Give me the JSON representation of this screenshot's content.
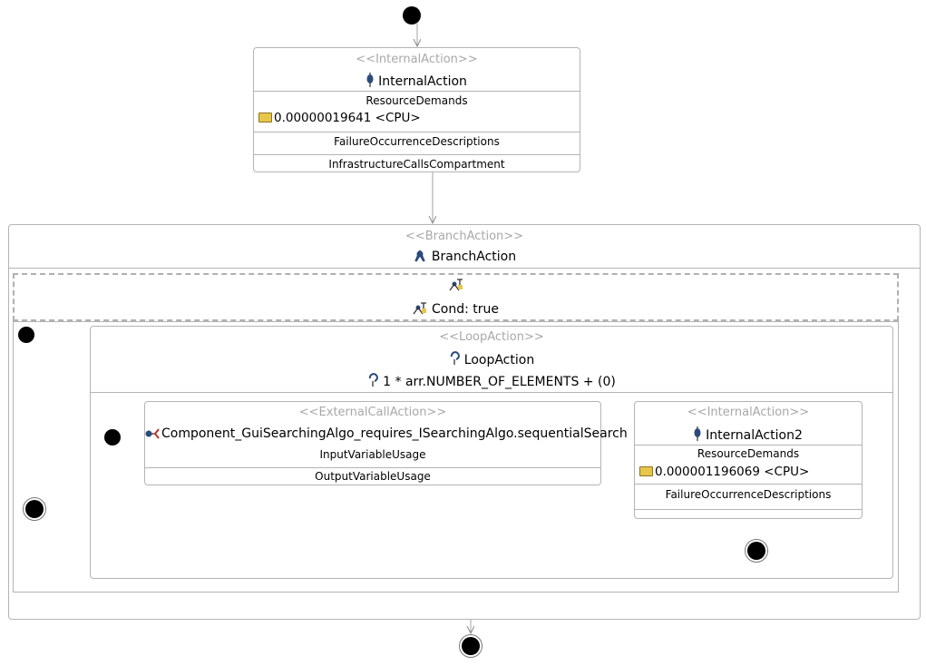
{
  "internal_action_1": {
    "stereotype": "<<InternalAction>>",
    "name": "InternalAction",
    "resource_demands_label": "ResourceDemands",
    "resource_demand": "0.00000019641 <CPU>",
    "failure_label": "FailureOccurrenceDescriptions",
    "infrastructure_label": "InfrastructureCallsCompartment"
  },
  "branch_action": {
    "stereotype": "<<BranchAction>>",
    "name": "BranchAction",
    "condition": "Cond: true"
  },
  "loop_action": {
    "stereotype": "<<LoopAction>>",
    "name": "LoopAction",
    "iterations": "1 * arr.NUMBER_OF_ELEMENTS + (0)"
  },
  "external_call_action": {
    "stereotype": "<<ExternalCallAction>>",
    "name": "Component_GuiSearchingAlgo_requires_ISearchingAlgo.sequentialSearch",
    "input_label": "InputVariableUsage",
    "output_label": "OutputVariableUsage"
  },
  "internal_action_2": {
    "stereotype": "<<InternalAction>>",
    "name": "InternalAction2",
    "resource_demands_label": "ResourceDemands",
    "resource_demand": "0.000001196069 <CPU>",
    "failure_label": "FailureOccurrenceDescriptions"
  }
}
